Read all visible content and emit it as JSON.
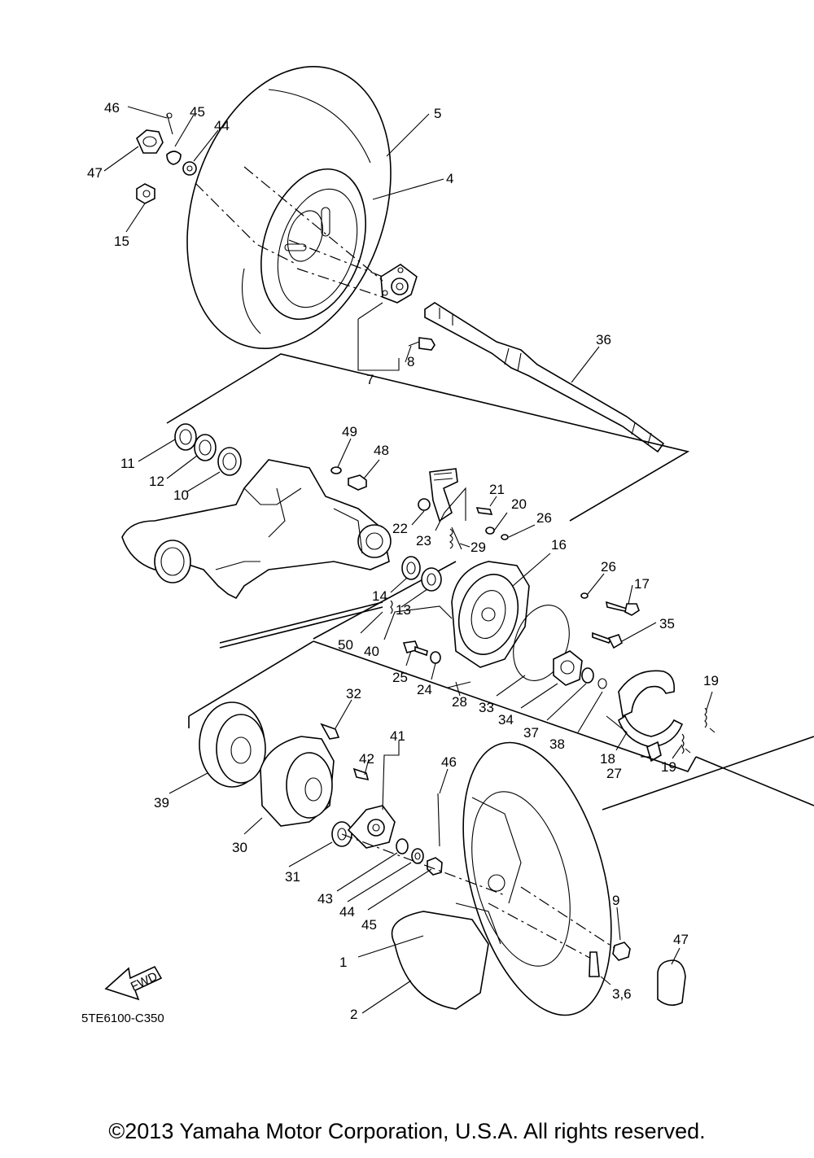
{
  "diagram": {
    "code": "5TE6100-C350",
    "fwd_label": "FWD",
    "copyright": "©2013 Yamaha Motor Corporation, U.S.A. All rights reserved.",
    "callouts": [
      "46",
      "45",
      "44",
      "47",
      "15",
      "5",
      "4",
      "8",
      "7",
      "36",
      "49",
      "48",
      "11",
      "12",
      "10",
      "21",
      "20",
      "22",
      "23",
      "29",
      "26",
      "16",
      "14",
      "13",
      "26",
      "17",
      "50",
      "40",
      "35",
      "25",
      "24",
      "28",
      "33",
      "34",
      "37",
      "38",
      "32",
      "41",
      "42",
      "46",
      "19",
      "18",
      "27",
      "19",
      "39",
      "30",
      "31",
      "43",
      "44",
      "45",
      "9",
      "1",
      "47",
      "3,6",
      "2"
    ]
  }
}
